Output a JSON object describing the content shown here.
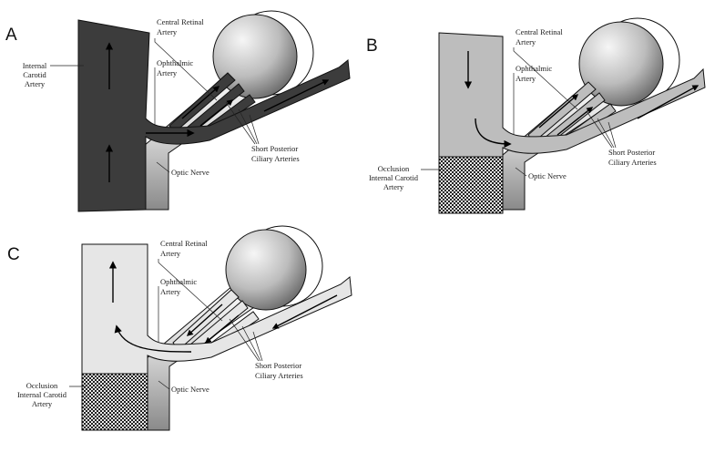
{
  "colors": {
    "dark_vessel": "#3c3c3c",
    "medium_vessel": "#bdbdbd",
    "light_vessel": "#e6e6e6",
    "outline": "#111111",
    "eyeball_highlight": "#f6f6f6",
    "eyeball_shadow": "#5e5e5e"
  },
  "panels": [
    {
      "letter": "A",
      "labels": {
        "internal_carotid": [
          "Internal",
          "Carotid",
          "Artery"
        ],
        "central_retinal": [
          "Central Retinal",
          "Artery"
        ],
        "ophthalmic": [
          "Ophthalmic",
          "Artery"
        ],
        "short_posterior": [
          "Short Posterior",
          "Ciliary Arteries"
        ],
        "optic_nerve": "Optic Nerve"
      }
    },
    {
      "letter": "B",
      "labels": {
        "central_retinal": [
          "Central Retinal",
          "Artery"
        ],
        "ophthalmic": [
          "Ophthalmic",
          "Artery"
        ],
        "short_posterior": [
          "Short Posterior",
          "Ciliary Arteries"
        ],
        "optic_nerve": "Optic Nerve",
        "occlusion": [
          "Occlusion",
          "Internal Carotid",
          "Artery"
        ]
      }
    },
    {
      "letter": "C",
      "labels": {
        "central_retinal": [
          "Central Retinal",
          "Artery"
        ],
        "ophthalmic": [
          "Ophthalmic",
          "Artery"
        ],
        "short_posterior": [
          "Short Posterior",
          "Ciliary Arteries"
        ],
        "optic_nerve": "Optic Nerve",
        "occlusion": [
          "Occlusion",
          "Internal Carotid",
          "Artery"
        ]
      }
    }
  ]
}
